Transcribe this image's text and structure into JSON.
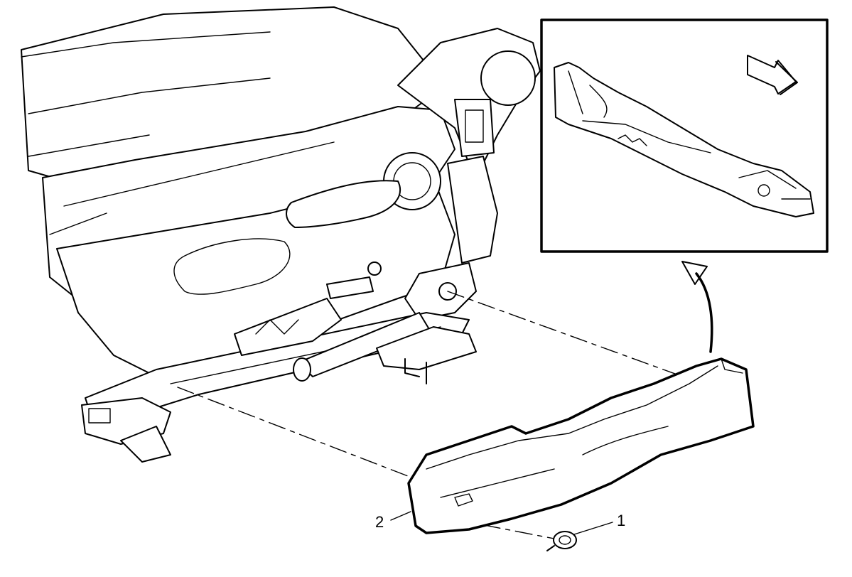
{
  "callouts": [
    {
      "id": "1",
      "label": "1"
    },
    {
      "id": "2",
      "label": "2"
    }
  ],
  "colors": {
    "line": "#000000",
    "background": "#ffffff",
    "shade": "#e6e6e6"
  },
  "icons": [
    "direction-arrow-icon",
    "curved-arrow-icon"
  ]
}
